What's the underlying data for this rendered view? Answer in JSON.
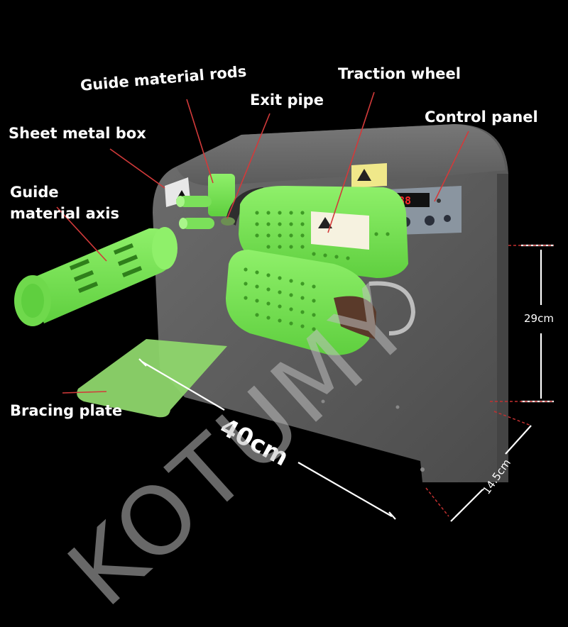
{
  "labels": {
    "guide_material_rods": "Guide material rods",
    "exit_pipe": "Exit pipe",
    "traction_wheel": "Traction wheel",
    "control_panel": "Control panel",
    "sheet_metal_box": "Sheet metal box",
    "guide_material_axis_line1": "Guide",
    "guide_material_axis_line2": "material axis",
    "bracing_plate": "Bracing plate"
  },
  "dimensions": {
    "width": "40cm",
    "height": "29cm",
    "depth": "14.5cm"
  },
  "watermark": "KOTUMY",
  "colors": {
    "background": "#000000",
    "body_gray": "#5e5e5e",
    "accent_green": "#7be05a",
    "callout_red": "#d23a3a",
    "display_red": "#ff2a2a"
  }
}
